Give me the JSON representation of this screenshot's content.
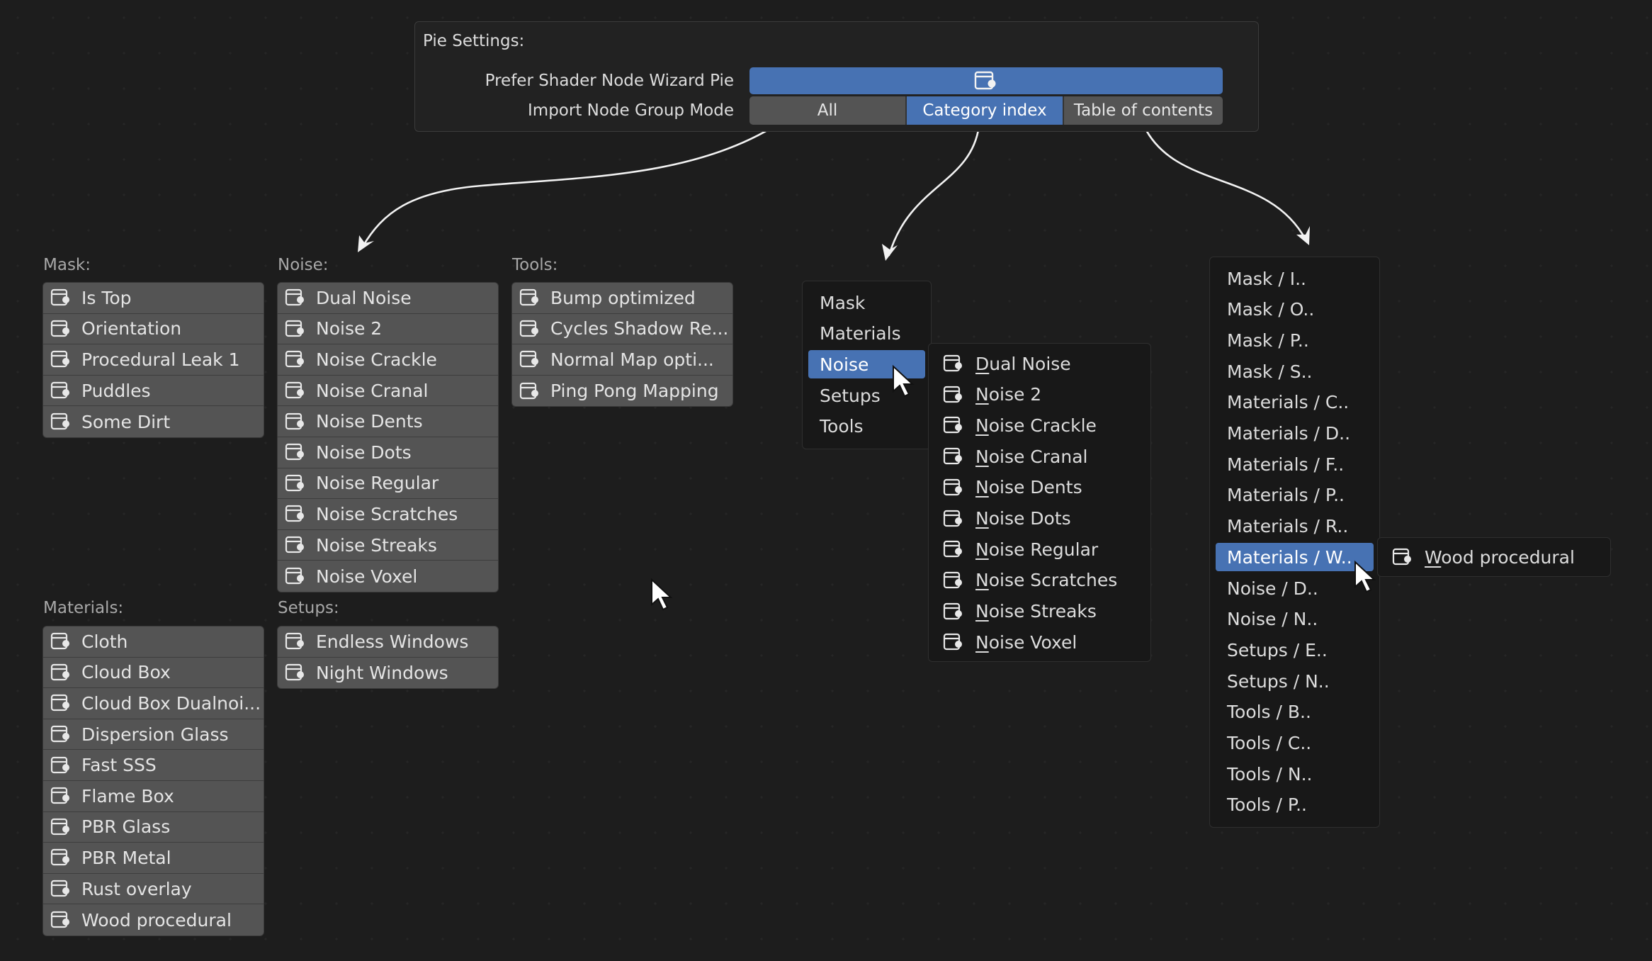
{
  "settings": {
    "title": "Pie Settings:",
    "prefer_label": "Prefer Shader Node Wizard Pie",
    "prefer_icon": "node-group-icon",
    "import_label": "Import Node Group Mode",
    "modes": [
      "All",
      "Category index",
      "Table of contents"
    ],
    "active_mode": "Category index"
  },
  "columns": {
    "mask": {
      "title": "Mask:",
      "items": [
        "Is Top",
        "Orientation",
        "Procedural Leak 1",
        "Puddles",
        "Some Dirt"
      ]
    },
    "noise": {
      "title": "Noise:",
      "items": [
        "Dual Noise",
        "Noise 2",
        "Noise Crackle",
        "Noise Cranal",
        "Noise Dents",
        "Noise Dots",
        "Noise Regular",
        "Noise Scratches",
        "Noise Streaks",
        "Noise Voxel"
      ]
    },
    "tools": {
      "title": "Tools:",
      "items": [
        "Bump optimized",
        "Cycles Shadow Re...",
        "Normal Map opti...",
        "Ping Pong Mapping"
      ]
    },
    "materials": {
      "title": "Materials:",
      "items": [
        "Cloth",
        "Cloud Box",
        "Cloud Box Dualnoi...",
        "Dispersion Glass",
        "Fast SSS",
        "Flame Box",
        "PBR Glass",
        "PBR Metal",
        "Rust overlay",
        "Wood procedural"
      ]
    },
    "setups": {
      "title": "Setups:",
      "items": [
        "Endless Windows",
        "Night Windows"
      ]
    }
  },
  "category_menu": {
    "items": [
      "Mask",
      "Materials",
      "Noise",
      "Setups",
      "Tools"
    ],
    "active": "Noise",
    "submenu": [
      "Dual Noise",
      "Noise 2",
      "Noise Crackle",
      "Noise Cranal",
      "Noise Dents",
      "Noise Dots",
      "Noise Regular",
      "Noise Scratches",
      "Noise Streaks",
      "Noise Voxel"
    ]
  },
  "toc_menu": {
    "items": [
      "Mask / I..",
      "Mask / O..",
      "Mask / P..",
      "Mask / S..",
      "Materials / C..",
      "Materials / D..",
      "Materials / F..",
      "Materials / P..",
      "Materials / R..",
      "Materials / W..",
      "Noise / D..",
      "Noise / N..",
      "Setups / E..",
      "Setups / N..",
      "Tools / B..",
      "Tools / C..",
      "Tools / N..",
      "Tools / P.."
    ],
    "active": "Materials / W..",
    "submenu": [
      "Wood procedural"
    ]
  },
  "colors": {
    "accent": "#4772b3",
    "button": "#545454",
    "menu_bg": "#181818",
    "background": "#1d1d1d"
  }
}
